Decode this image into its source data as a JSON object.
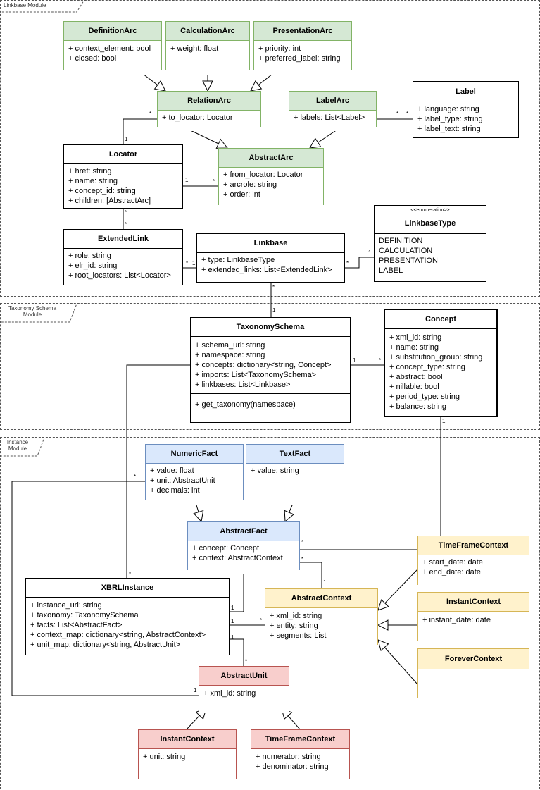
{
  "modules": {
    "linkbase": "Linkbase Module",
    "taxonomy": "Taxonomy Schema Module",
    "instance": "Instance Module"
  },
  "classes": {
    "definition_arc": {
      "name": "DefinitionArc",
      "attrs": [
        "+ context_element: bool",
        "+ closed: bool"
      ]
    },
    "calculation_arc": {
      "name": "CalculationArc",
      "attrs": [
        "+ weight: float"
      ]
    },
    "presentation_arc": {
      "name": "PresentationArc",
      "attrs": [
        "+ priority: int",
        "+ preferred_label: string"
      ]
    },
    "relation_arc": {
      "name": "RelationArc",
      "attrs": [
        "+ to_locator: Locator"
      ]
    },
    "label_arc": {
      "name": "LabelArc",
      "attrs": [
        "+ labels: List<Label>"
      ]
    },
    "label": {
      "name": "Label",
      "attrs": [
        "+ language: string",
        "+ label_type: string",
        "+ label_text: string"
      ]
    },
    "locator": {
      "name": "Locator",
      "attrs": [
        "+ href: string",
        "+ name: string",
        "+ concept_id: string",
        "+ children: [AbstractArc]"
      ]
    },
    "abstract_arc": {
      "name": "AbstractArc",
      "attrs": [
        "+ from_locator: Locator",
        "+ arcrole: string",
        "+ order: int"
      ]
    },
    "extended_link": {
      "name": "ExtendedLink",
      "attrs": [
        "+ role: string",
        "+ elr_id: string",
        "+ root_locators: List<Locator>"
      ]
    },
    "linkbase": {
      "name": "Linkbase",
      "attrs": [
        "+ type: LinkbaseType",
        "+ extended_links: List<ExtendedLink>"
      ]
    },
    "linkbase_type": {
      "name": "LinkbaseType",
      "stereotype": "<<enumeration>>",
      "attrs": [
        "DEFINITION",
        "CALCULATION",
        "PRESENTATION",
        "LABEL"
      ]
    },
    "taxonomy_schema": {
      "name": "TaxonomySchema",
      "attrs": [
        "+ schema_url: string",
        "+ namespace: string",
        "+ concepts: dictionary<string, Concept>",
        "+ imports: List<TaxonomySchema>",
        "+ linkbases: List<Linkbase>"
      ],
      "ops": [
        "+ get_taxonomy(namespace)"
      ]
    },
    "concept": {
      "name": "Concept",
      "attrs": [
        "+ xml_id: string",
        "+ name: string",
        "+ substitution_group: string",
        "+ concept_type: string",
        "+ abstract: bool",
        "+ nillable: bool",
        "+ period_type: string",
        "+ balance: string"
      ]
    },
    "numeric_fact": {
      "name": "NumericFact",
      "attrs": [
        "+ value: float",
        "+ unit: AbstractUnit",
        "+ decimals: int"
      ]
    },
    "text_fact": {
      "name": "TextFact",
      "attrs": [
        "+ value: string"
      ]
    },
    "abstract_fact": {
      "name": "AbstractFact",
      "attrs": [
        "+ concept: Concept",
        "+ context: AbstractContext"
      ]
    },
    "timeframe_context": {
      "name": "TimeFrameContext",
      "attrs": [
        "+ start_date: date",
        "+ end_date: date"
      ]
    },
    "instant_context": {
      "name": "InstantContext",
      "attrs": [
        "+ instant_date: date"
      ]
    },
    "forever_context": {
      "name": "ForeverContext",
      "attrs": []
    },
    "xbrl_instance": {
      "name": "XBRLInstance",
      "attrs": [
        "+ instance_url: string",
        "+ taxonomy: TaxonomySchema",
        "+ facts:  List<AbstractFact>",
        "+ context_map: dictionary<string, AbstractContext>",
        "+ unit_map: dictionary<string, AbstractUnit>"
      ]
    },
    "abstract_context": {
      "name": "AbstractContext",
      "attrs": [
        "+ xml_id: string",
        "+ entity: string",
        "+ segments: List"
      ]
    },
    "abstract_unit": {
      "name": "AbstractUnit",
      "attrs": [
        "+ xml_id: string"
      ]
    },
    "instant_unit": {
      "name": "InstantContext",
      "attrs": [
        "+ unit: string"
      ]
    },
    "timeframe_unit": {
      "name": "TimeFrameContext",
      "attrs": [
        "+ numerator: string",
        "+ denominator: string"
      ]
    }
  },
  "multiplicity": {
    "many": "*",
    "one": "1"
  }
}
